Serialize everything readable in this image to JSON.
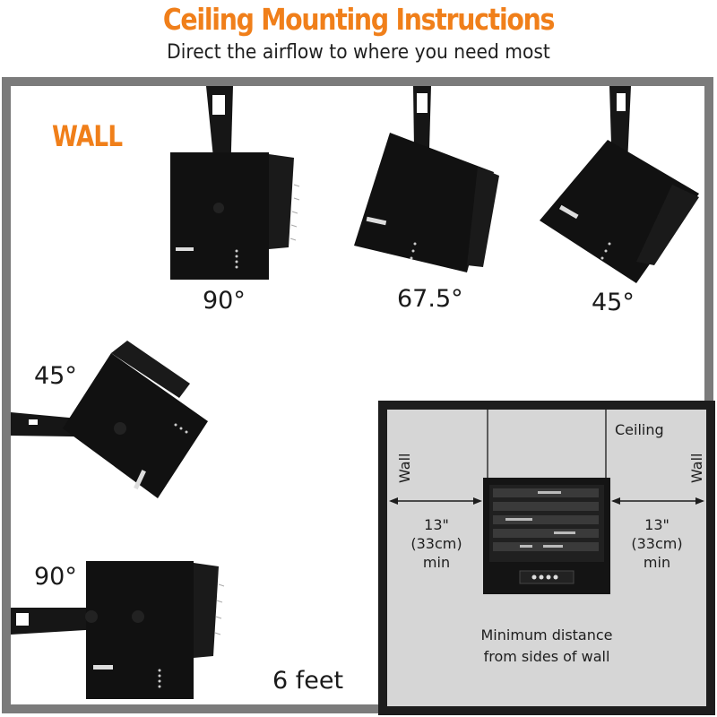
{
  "header": {
    "title": "Ceiling Mounting Instructions",
    "subtitle": "Direct the airflow to where you need most"
  },
  "colors": {
    "accent_orange": "#f07f1a",
    "frame_gray": "#7b7b7b",
    "inset_border": "#1d1d1d",
    "inset_bg": "#d6d6d6",
    "heater_body": "#111111"
  },
  "main": {
    "wall_label": "WALL",
    "ceiling_positions": [
      {
        "angle": "90°"
      },
      {
        "angle": "67.5°"
      },
      {
        "angle": "45°"
      }
    ],
    "wall_positions": [
      {
        "angle": "45°"
      },
      {
        "angle": "90°"
      }
    ],
    "height_label": "6 feet"
  },
  "inset": {
    "ceiling_label": "Ceiling",
    "left_wall_label": "Wall",
    "right_wall_label": "Wall",
    "left_clearance": {
      "inches": "13\"",
      "cm": "(33cm)",
      "qualifier": "min"
    },
    "right_clearance": {
      "inches": "13\"",
      "cm": "(33cm)",
      "qualifier": "min"
    },
    "caption_line1": "Minimum distance",
    "caption_line2": "from sides of wall"
  }
}
